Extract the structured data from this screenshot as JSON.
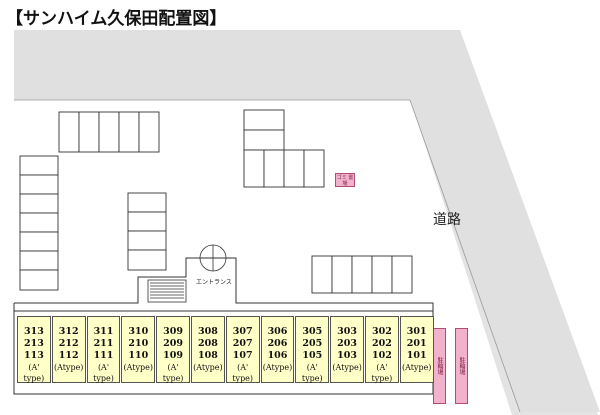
{
  "title": "【サンハイム久保田配置図】",
  "labels": {
    "road": "道路",
    "entrance": "エントランス",
    "garbage": "ゴミ 置場",
    "bike_parking_1": "駐輪場",
    "bike_parking_2": "駐輪場"
  },
  "units": [
    {
      "floor3": "313",
      "floor2": "213",
      "floor1": "113",
      "type": "(A' type)"
    },
    {
      "floor3": "312",
      "floor2": "212",
      "floor1": "112",
      "type": "(Atype)"
    },
    {
      "floor3": "311",
      "floor2": "211",
      "floor1": "111",
      "type": "(A' type)"
    },
    {
      "floor3": "310",
      "floor2": "210",
      "floor1": "110",
      "type": "(Atype)"
    },
    {
      "floor3": "309",
      "floor2": "209",
      "floor1": "109",
      "type": "(A' type)"
    },
    {
      "floor3": "308",
      "floor2": "208",
      "floor1": "108",
      "type": "(Atype)"
    },
    {
      "floor3": "307",
      "floor2": "207",
      "floor1": "107",
      "type": "(A' type)"
    },
    {
      "floor3": "306",
      "floor2": "206",
      "floor1": "106",
      "type": "(Atype)"
    },
    {
      "floor3": "305",
      "floor2": "205",
      "floor1": "105",
      "type": "(A' type)"
    },
    {
      "floor3": "303",
      "floor2": "203",
      "floor1": "103",
      "type": "(Atype)"
    },
    {
      "floor3": "302",
      "floor2": "202",
      "floor1": "102",
      "type": "(A' type)"
    },
    {
      "floor3": "301",
      "floor2": "201",
      "floor1": "101",
      "type": "(Atype)"
    }
  ]
}
